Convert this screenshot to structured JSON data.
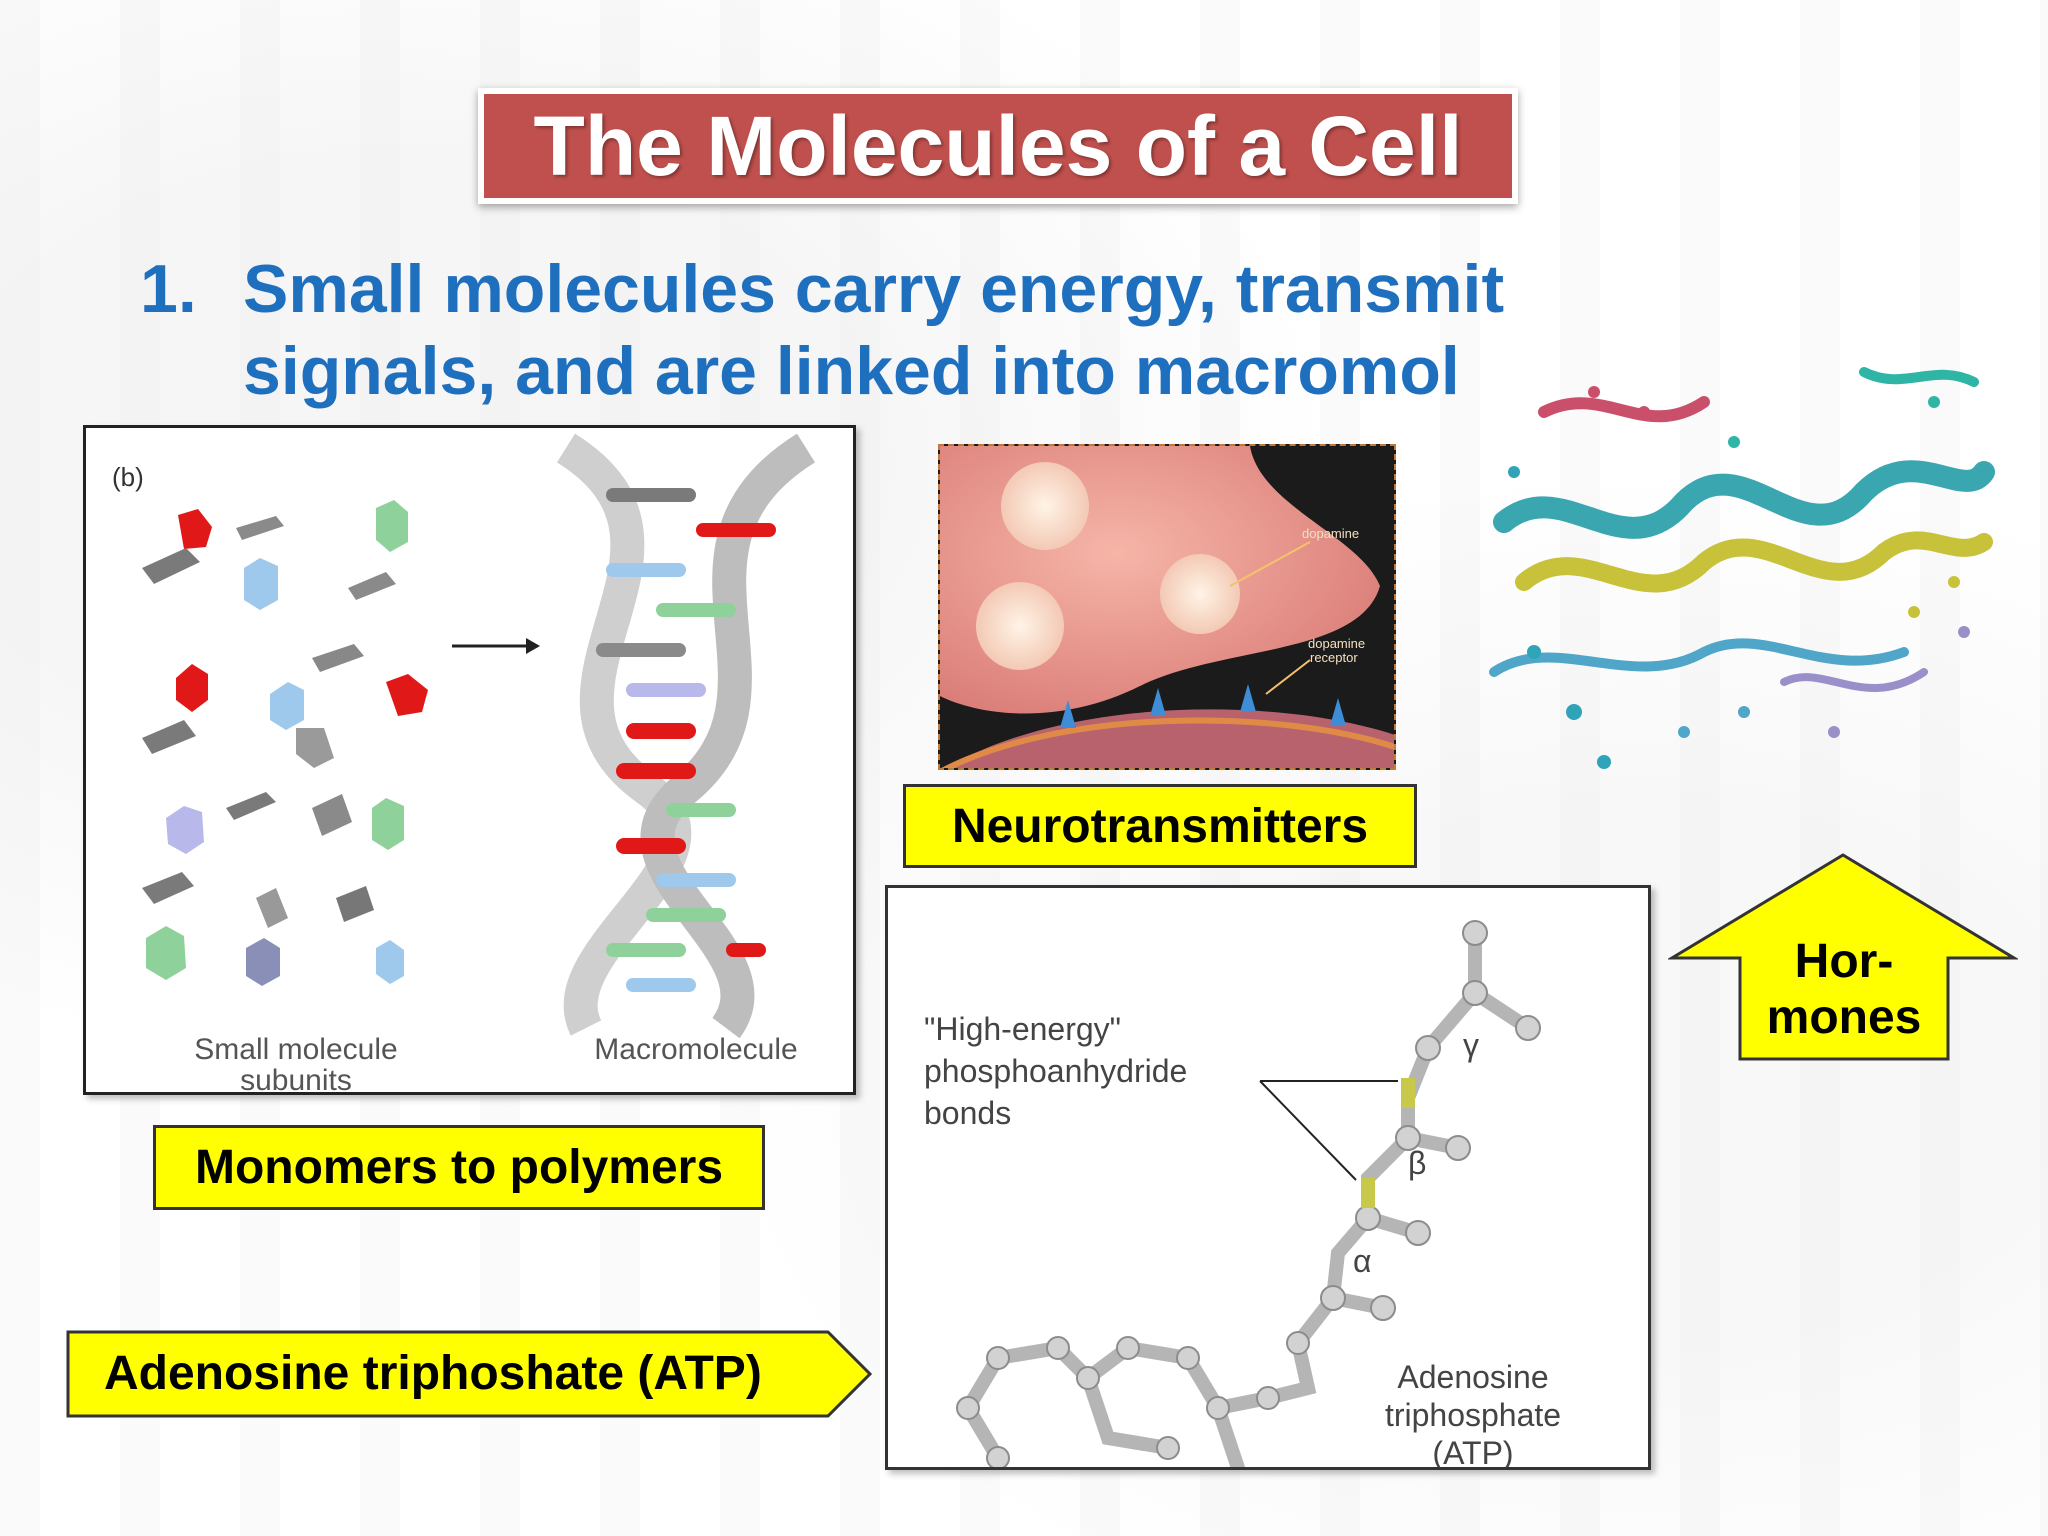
{
  "slide": {
    "title": "The Molecules of a Cell",
    "point": {
      "number": "1.",
      "line1": "Small molecules carry energy, transmit",
      "line2": "signals, and are linked into macromol"
    }
  },
  "dna_figure": {
    "panel_label": "(b)",
    "left_caption_line1": "Small molecule",
    "left_caption_line2": "subunits",
    "right_caption": "Macromolecule"
  },
  "synapse_figure": {
    "label1": "dopamine",
    "label2_line1": "dopamine",
    "label2_line2": "receptor"
  },
  "atp_figure": {
    "bond_label_line1": "\"High-energy\"",
    "bond_label_line2": "phosphoanhydride",
    "bond_label_line3": "bonds",
    "gamma": "γ",
    "beta": "β",
    "alpha": "α",
    "name_line1": "Adenosine",
    "name_line2": "triphosphate",
    "name_line3": "(ATP)"
  },
  "labels": {
    "neurotransmitters": "Neurotransmitters",
    "hormones_line1": "Hor-",
    "hormones_line2": "mones",
    "monomers": "Monomers to polymers",
    "atp": "Adenosine triphoshate (ATP)"
  },
  "colors": {
    "title_bg": "#c0504d",
    "point_text": "#1f6fbf",
    "label_bg": "#ffff00"
  }
}
